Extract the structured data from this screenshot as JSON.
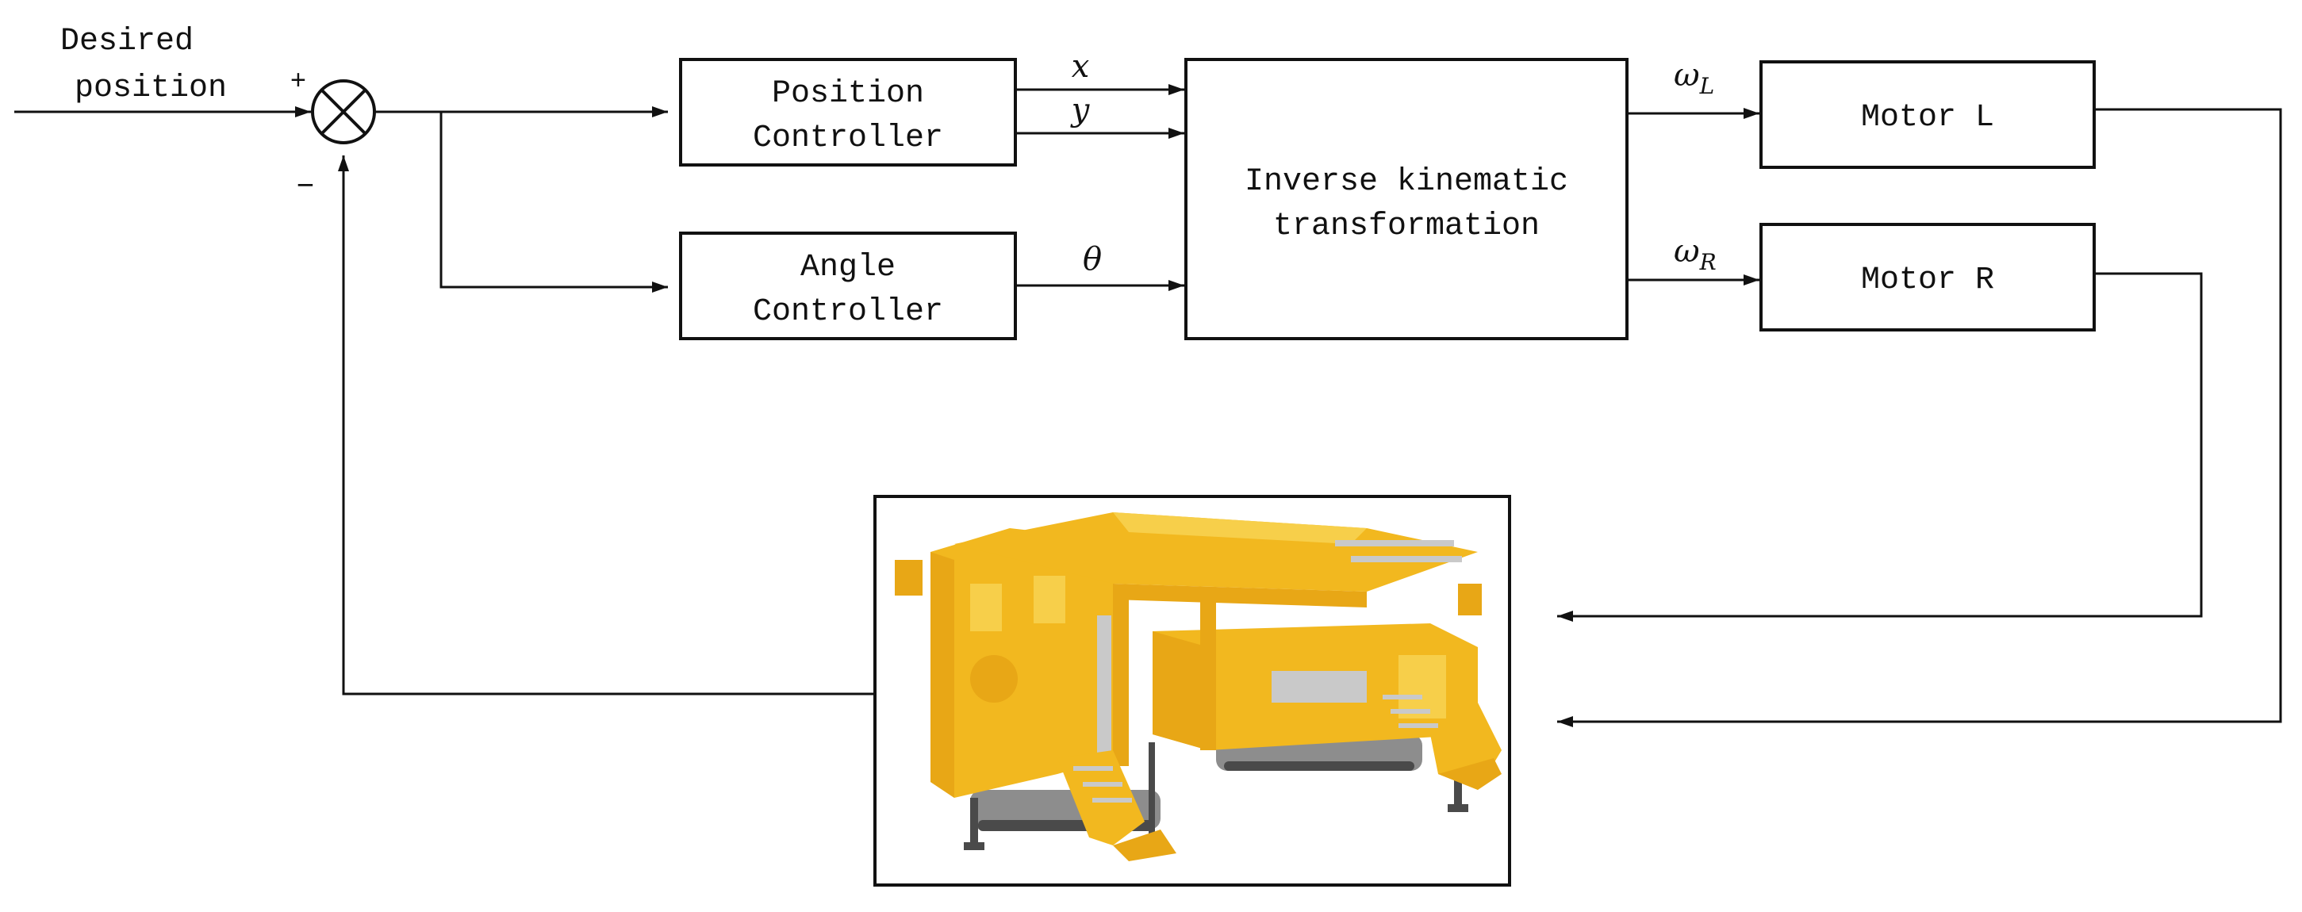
{
  "input": {
    "label_line1": "Desired",
    "label_line2": "position"
  },
  "summing_junction": {
    "plus": "+",
    "minus": "−"
  },
  "blocks": {
    "position_controller": {
      "line1": "Position",
      "line2": "Controller"
    },
    "angle_controller": {
      "line1": "Angle",
      "line2": "Controller"
    },
    "inverse_kinematics": {
      "line1": "Inverse kinematic",
      "line2": "transformation"
    },
    "motor_l": {
      "label": "Motor L"
    },
    "motor_r": {
      "label": "Motor R"
    }
  },
  "signals": {
    "x": "x",
    "y": "y",
    "theta": "θ",
    "omega_l": {
      "symbol": "ω",
      "subscript": "L"
    },
    "omega_r": {
      "symbol": "ω",
      "subscript": "R"
    }
  },
  "plant": {
    "description_icon": "mining-robot-icon"
  },
  "colors": {
    "line": "#111111",
    "machine_yellow": "#f2b81f",
    "track_grey": "#8d8d8d"
  }
}
